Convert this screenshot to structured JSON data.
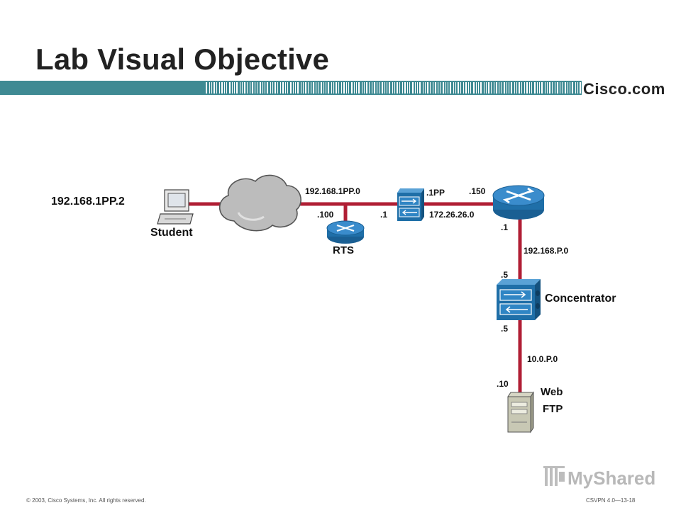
{
  "slide": {
    "title": "Lab Visual Objective",
    "brand": "Cisco.com",
    "copyright": "© 2003, Cisco Systems, Inc. All rights reserved.",
    "page_ref": "CSVPN 4.0—13-18",
    "logo_text": "MyShared"
  },
  "diagram": {
    "student_ip": "192.168.1PP.2",
    "student_label": "Student",
    "rts_label": "RTS",
    "concentrator_label": "Concentrator",
    "server_label_1": "Web",
    "server_label_2": "FTP",
    "net_a": "192.168.1PP.0",
    "rts_host": ".100",
    "vpn_in": ".1",
    "vpn_out": ".1PP",
    "router_left": ".150",
    "net_b": "172.26.26.0",
    "router_down": ".1",
    "net_c": "192.168.P.0",
    "conc_top": ".5",
    "conc_bottom": ".5",
    "net_d": "10.0.P.0",
    "server_host": ".10"
  },
  "colors": {
    "link": "#b01e34",
    "teal": "#3f8a93",
    "device_blue": "#1f6fa8"
  }
}
